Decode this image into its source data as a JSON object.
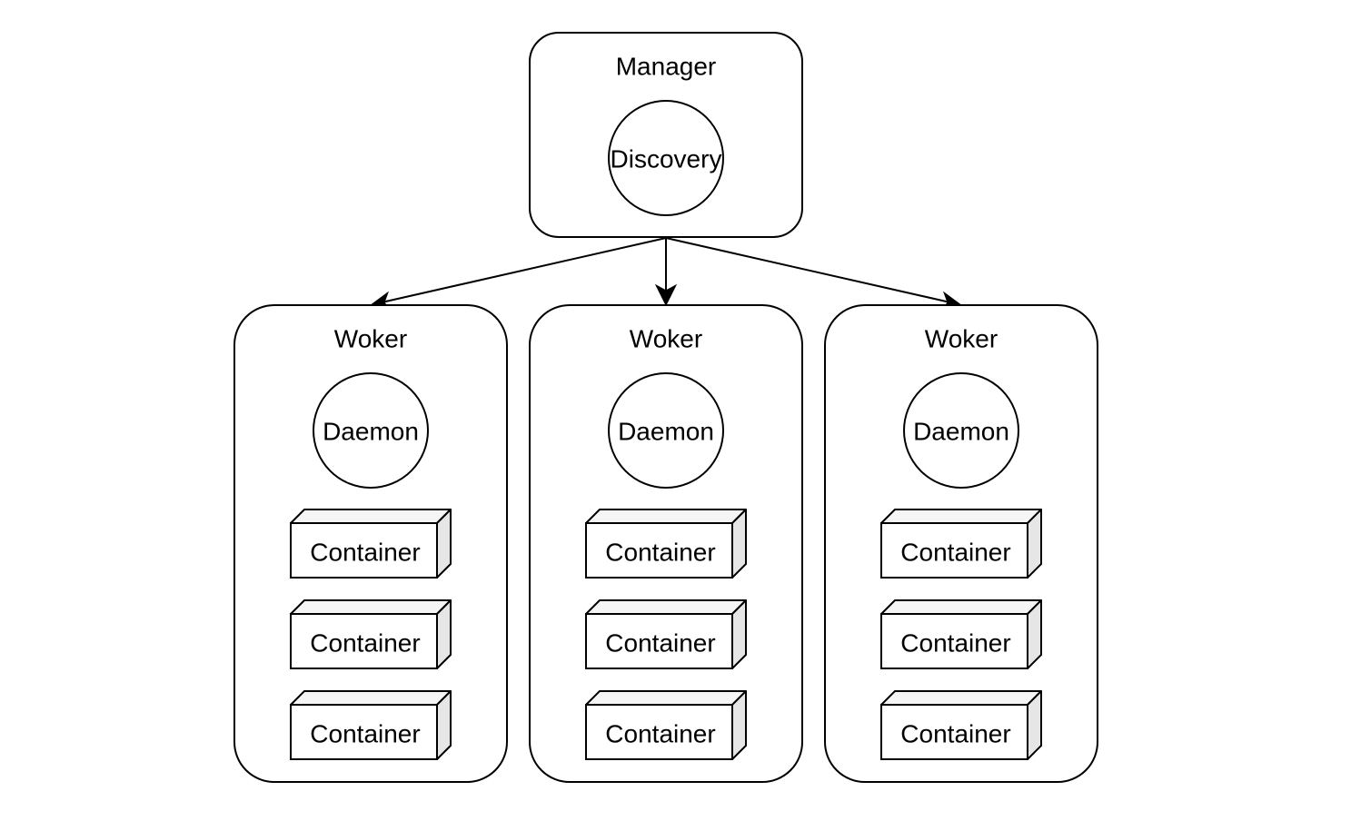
{
  "manager": {
    "title": "Manager",
    "component": "Discovery"
  },
  "workers": [
    {
      "title": "Woker",
      "daemon": "Daemon",
      "containers": [
        "Container",
        "Container",
        "Container"
      ]
    },
    {
      "title": "Woker",
      "daemon": "Daemon",
      "containers": [
        "Container",
        "Container",
        "Container"
      ]
    },
    {
      "title": "Woker",
      "daemon": "Daemon",
      "containers": [
        "Container",
        "Container",
        "Container"
      ]
    }
  ],
  "edges": [
    {
      "from": "manager",
      "to": "worker-1"
    },
    {
      "from": "manager",
      "to": "worker-2"
    },
    {
      "from": "manager",
      "to": "worker-3"
    }
  ]
}
